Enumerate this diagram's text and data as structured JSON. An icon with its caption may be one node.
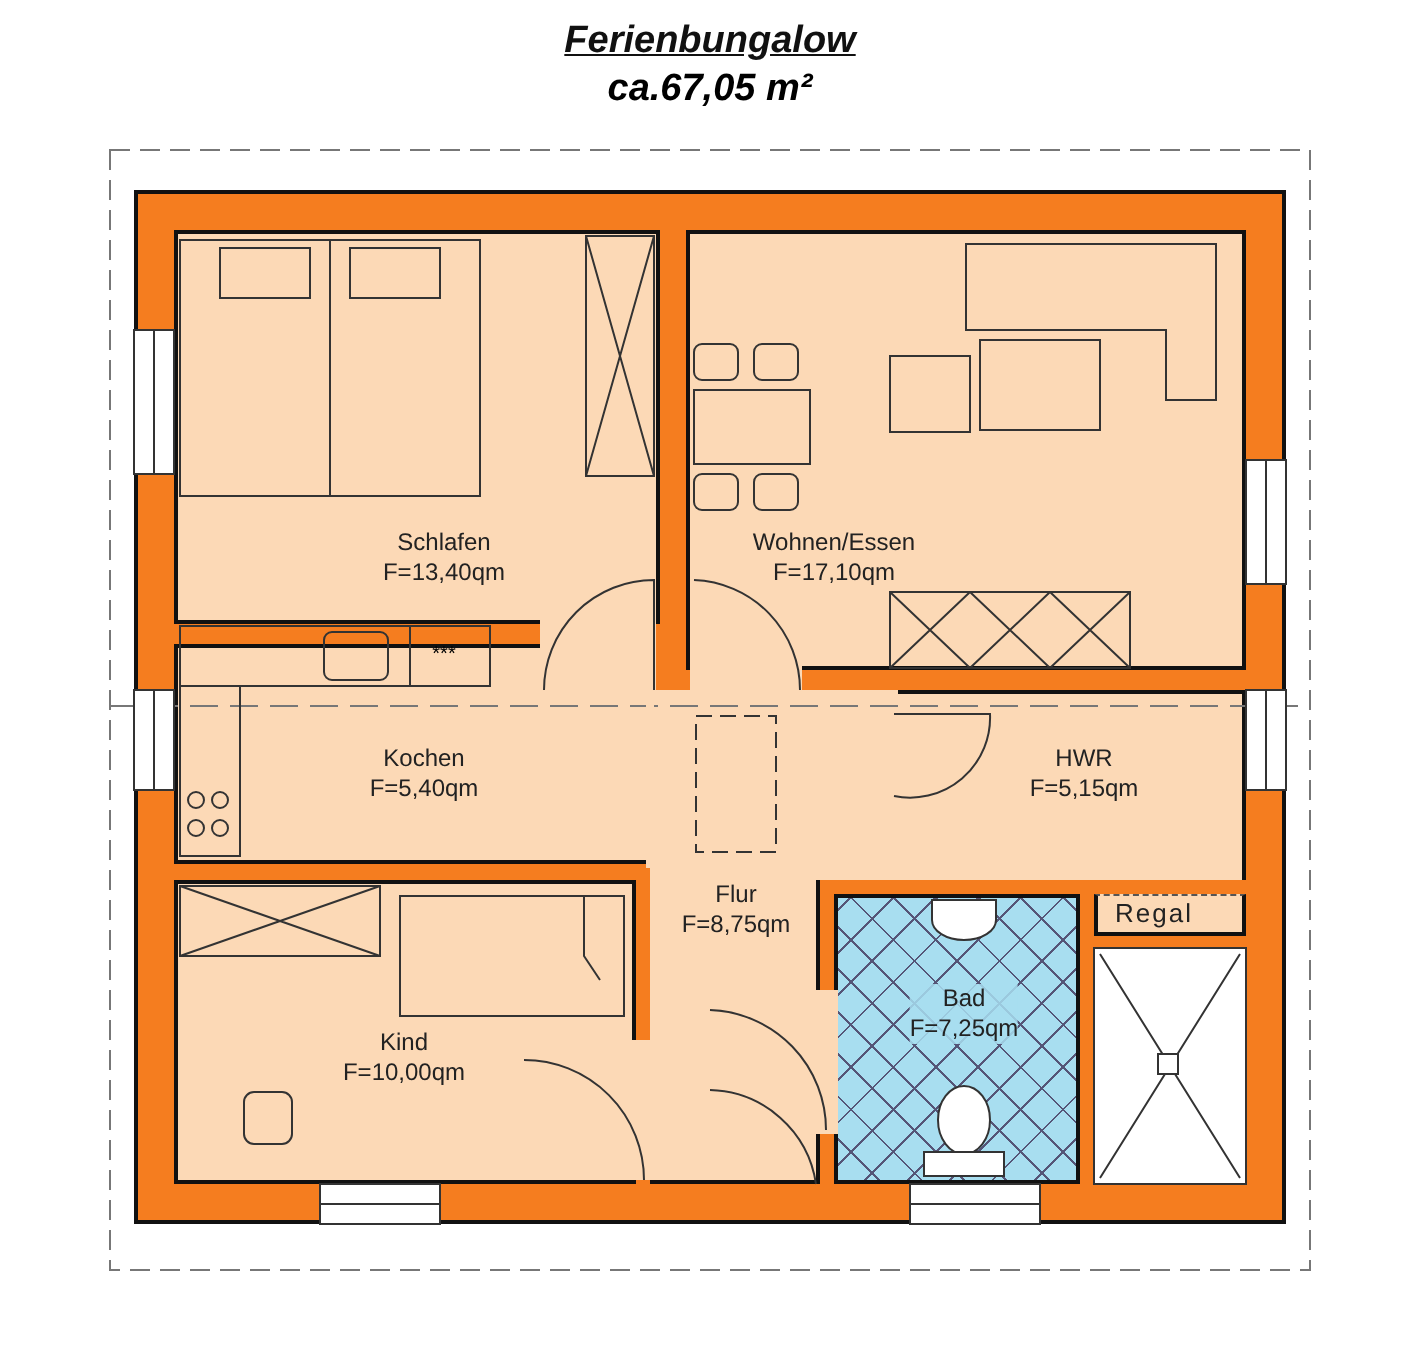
{
  "diagram": {
    "title": "Ferienbungalow",
    "nodes": [
      {
        "text": [
          "Schlafen",
          "F=13,40qm"
        ]
      },
      {
        "text": [
          "Wohnen/Essen",
          "F=17,10qm"
        ]
      },
      {
        "text": [
          "Kochen",
          "F=5,40qm"
        ]
      },
      {
        "text": [
          "HWR",
          "F=5,15qm"
        ]
      },
      {
        "text": [
          "Flur",
          "F=8,75qm"
        ]
      },
      {
        "text": [
          "Regal"
        ]
      },
      {
        "text": [
          "Bad",
          "F=7,25qm"
        ]
      },
      {
        "text": [
          "Kind",
          "F=10,00qm"
        ]
      }
    ],
    "edges": [],
    "labels": [
      "ca.67,05 m²",
      "***"
    ]
  }
}
